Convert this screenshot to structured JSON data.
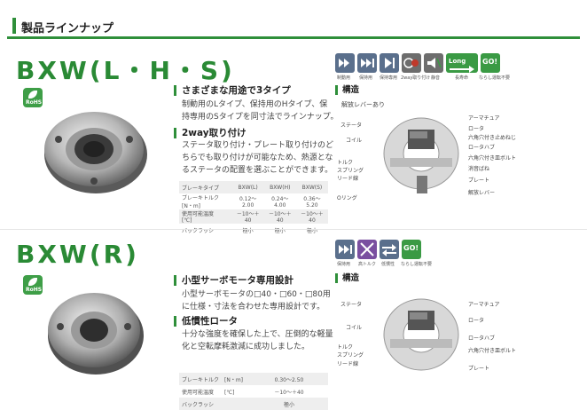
{
  "header": {
    "title": "製品ラインナップ"
  },
  "sections": [
    {
      "model": "BXW(L・H・S)",
      "rohs": "RoHS",
      "features": [
        {
          "title": "さまざまな用途で3タイプ",
          "lines": [
            "制動用のLタイプ、保持用のHタイプ、保",
            "持専用のSタイプを同寸法でラインナップ。"
          ]
        },
        {
          "title": "2way取り付け",
          "lines": [
            "ステータ取り付け・プレート取り付けのど",
            "ちらでも取り付けが可能なため、熱源とな",
            "るステータの配置を選ぶことができます。"
          ]
        }
      ],
      "spec": {
        "headers": [
          "ブレーキタイプ",
          "BXW(L)",
          "BXW(H)",
          "BXW(S)"
        ],
        "rows": [
          [
            "ブレーキトルク　[N・m]",
            "0.12～2.00",
            "0.24～4.00",
            "0.36～5.20"
          ],
          [
            "使用可能温度　　[℃]",
            "－10～＋40",
            "－10～＋40",
            "－10～＋40"
          ],
          [
            "バックラッシ",
            "極小",
            "極小",
            "極小"
          ]
        ]
      },
      "icons": [
        {
          "name": "braking-icon",
          "caption": "制動用",
          "color": "#5a6f8c"
        },
        {
          "name": "holding-icon",
          "caption": "保持用",
          "color": "#5a6f8c"
        },
        {
          "name": "holding-only-icon",
          "caption": "保持専用",
          "color": "#5a6f8c"
        },
        {
          "name": "2way-icon",
          "caption": "2way取り付け",
          "color": "#6d6d6d"
        },
        {
          "name": "silent-icon",
          "caption": "静音",
          "color": "#6d6d6d"
        },
        {
          "name": "long-life-icon",
          "caption": "長寿命",
          "color": "#3a9a44"
        },
        {
          "name": "no-run-in-icon",
          "caption": "ならし運転不要",
          "color": "#3a9a44"
        }
      ],
      "long_label": "Long",
      "go_label": "GO!",
      "structure": {
        "title": "構造",
        "note": "解放レバーあり",
        "labels_left": [
          "ステータ",
          "コイル",
          "トルク\nスプリング",
          "リード線",
          "Oリング"
        ],
        "labels_right": [
          "アーマチュア",
          "ロータ",
          "六角穴付き止めねじ",
          "ロータハブ",
          "六角穴付き皿ボルト",
          "消音ばね",
          "プレート",
          "解放レバー"
        ]
      }
    },
    {
      "model": "BXW(R)",
      "rohs": "RoHS",
      "features": [
        {
          "title": "小型サーボモータ専用設計",
          "lines": [
            "小型サーボモータの□40・□60・□80用",
            "に仕様・寸法を合わせた専用設計です。"
          ]
        },
        {
          "title": "低慣性ロータ",
          "lines": [
            "十分な強度を確保した上で、圧倒的な軽量",
            "化と空転摩耗激減に成功しました。"
          ]
        }
      ],
      "spec": {
        "rows": [
          [
            "ブレーキトルク　[N・m]",
            "0.30～2.50"
          ],
          [
            "使用可能温度　　[℃]",
            "－10～＋40"
          ],
          [
            "バックラッシ",
            "極小"
          ]
        ]
      },
      "icons": [
        {
          "name": "holding-icon",
          "caption": "保持用",
          "color": "#5a6f8c"
        },
        {
          "name": "high-torque-icon",
          "caption": "高トルク",
          "color": "#7a4fa0"
        },
        {
          "name": "low-inertia-icon",
          "caption": "低慣性",
          "color": "#5a6f8c"
        },
        {
          "name": "no-run-in-icon",
          "caption": "ならし運転不要",
          "color": "#3a9a44"
        }
      ],
      "go_label": "GO!",
      "structure": {
        "title": "構造",
        "labels_left": [
          "ステータ",
          "コイル",
          "トルク\nスプリング",
          "リード線"
        ],
        "labels_right": [
          "アーマチュア",
          "ロータ",
          "ロータハブ",
          "六角穴付き皿ボルト",
          "プレート"
        ]
      }
    }
  ]
}
